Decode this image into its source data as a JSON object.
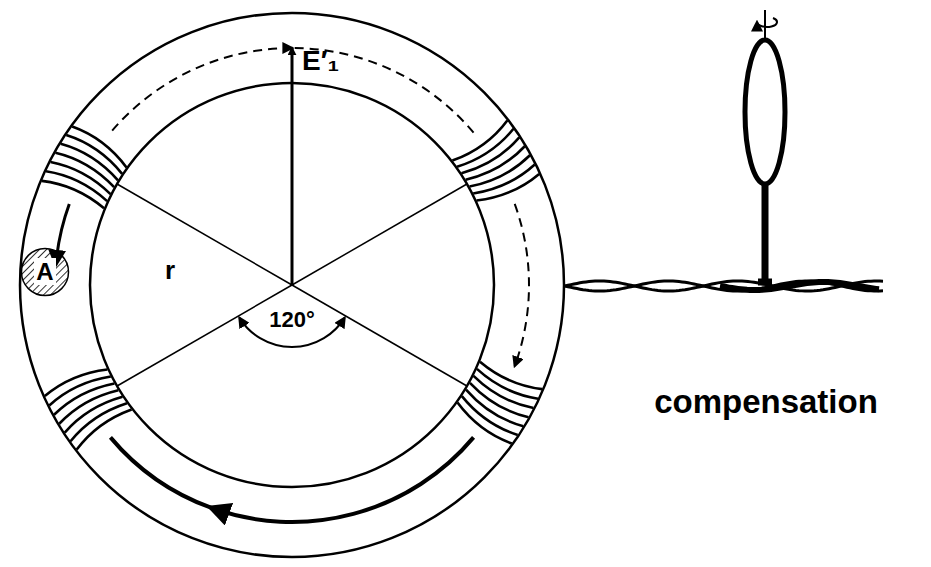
{
  "diagram": {
    "nodes": [
      {
        "text": [
          "A"
        ]
      }
    ],
    "labels": [
      "E′₁",
      "r",
      "120°",
      "compensation"
    ]
  }
}
